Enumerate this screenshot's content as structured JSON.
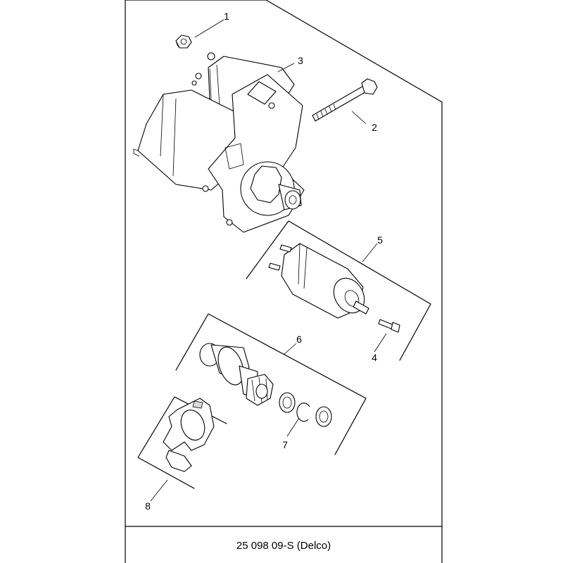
{
  "diagram": {
    "caption": "25 098 09-S (Delco)",
    "callouts": [
      {
        "id": 1,
        "label": "1"
      },
      {
        "id": 2,
        "label": "2"
      },
      {
        "id": 3,
        "label": "3"
      },
      {
        "id": 4,
        "label": "4"
      },
      {
        "id": 5,
        "label": "5"
      },
      {
        "id": 6,
        "label": "6"
      },
      {
        "id": 7,
        "label": "7"
      },
      {
        "id": 8,
        "label": "8"
      }
    ]
  }
}
